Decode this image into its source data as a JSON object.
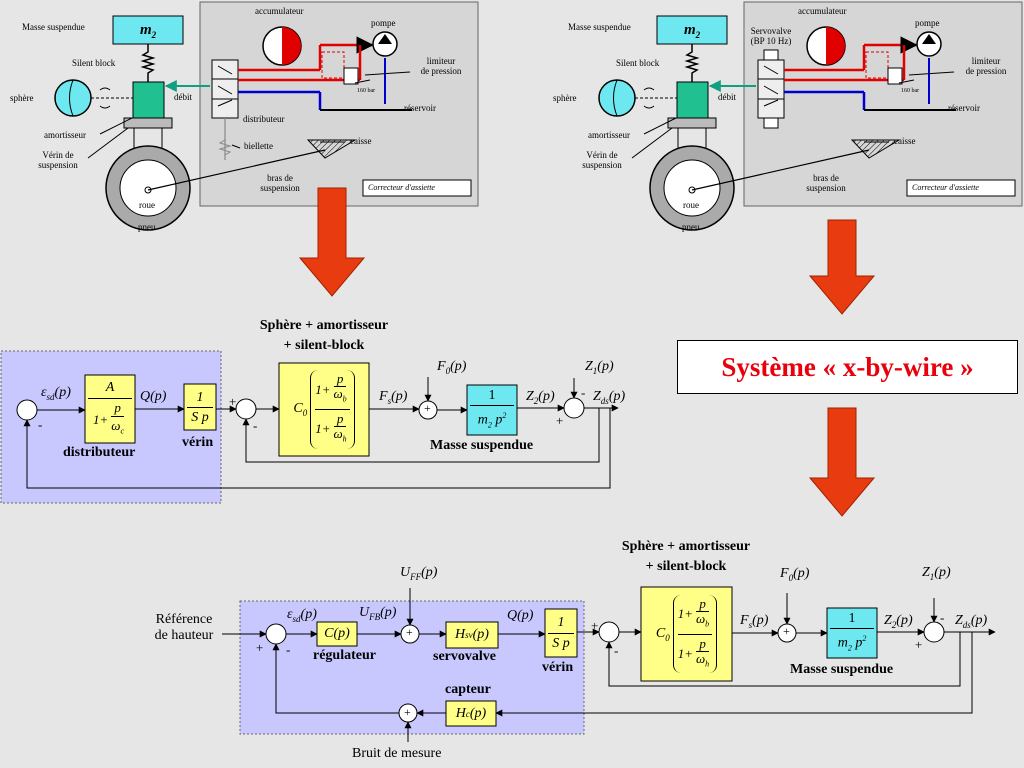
{
  "mechanism": {
    "masse_suspendue": "Masse suspendue",
    "m2": "m",
    "m2_sub": "2",
    "silent_block": "Silent block",
    "sphere": "sphère",
    "amortisseur": "amortisseur",
    "verin_line1": "Vérin de",
    "verin_line2": "suspension",
    "roue": "roue",
    "pneu": "pneu",
    "debit": "débit",
    "distributeur": "distributeur",
    "biellette": "biellette",
    "bras_line1": "bras de",
    "bras_line2": "suspension",
    "caisse": "caisse",
    "accumulateur": "accumulateur",
    "pompe": "pompe",
    "limiteur_line1": "limiteur",
    "limiteur_line2": "de pression",
    "bar160": "160 bar",
    "reservoir": "réservoir",
    "correcteur": "Correcteur d'assiette",
    "servovalve": "Servovalve",
    "bp": "(BP 10 Hz)"
  },
  "xbw_title": "Système « x-by-wire »",
  "diagram1": {
    "top_label_1": "Sphère + amortisseur",
    "top_label_2": "+ silent-block",
    "eps": "ε",
    "eps_sub": "sd",
    "eps_arg": "(p)",
    "dist_num": "A",
    "dist_den_a": "1+",
    "dist_den_p": "p",
    "dist_den_w": "ω",
    "dist_den_w_sub": "c",
    "distributeur": "distributeur",
    "q": "Q(p)",
    "verin_num": "1",
    "verin_den": "S p",
    "verin": "vérin",
    "c0": "C",
    "c0_sub": "0",
    "one_plus": "1+",
    "p": "p",
    "omega": "ω",
    "omega_b": "b",
    "omega_h": "h",
    "fs": "F",
    "fs_sub": "s",
    "fs_arg": "(p)",
    "f0": "F",
    "f0_sub": "0",
    "f0_arg": "(p)",
    "ms_num": "1",
    "ms_den": "m",
    "ms_den_sub": "2",
    "ms_den_p": "p",
    "ms_den_sup": "2",
    "masse": "Masse suspendue",
    "z2": "Z",
    "z2_sub": "2",
    "z2_arg": "(p)",
    "z1": "Z",
    "z1_sub": "1",
    "z1_arg": "(p)",
    "zds": "Z",
    "zds_sub": "ds",
    "zds_arg": "(p)",
    "plus": "+",
    "minus": "-"
  },
  "diagram2": {
    "top_label_1": "Sphère + amortisseur",
    "top_label_2": "+ silent-block",
    "ref_line1": "Référence",
    "ref_line2": "de hauteur",
    "uff": "U",
    "uff_sub": "FF",
    "uff_arg": "(p)",
    "ufb": "U",
    "ufb_sub": "FB",
    "ufb_arg": "(p)",
    "eps": "ε",
    "eps_sub": "sd",
    "eps_arg": "(p)",
    "cp": "C(p)",
    "regulateur": "régulateur",
    "hsv": "H",
    "hsv_sub": "sv",
    "hsv_arg": "(p)",
    "servovalve": "servovalve",
    "q": "Q(p)",
    "verin_num": "1",
    "verin_den": "S p",
    "verin": "vérin",
    "capteur": "capteur",
    "hc": "H",
    "hc_sub": "c",
    "hc_arg": "(p)",
    "bruit": "Bruit de mesure",
    "c0": "C",
    "c0_sub": "0",
    "one_plus": "1+",
    "p": "p",
    "omega": "ω",
    "omega_b": "b",
    "omega_h": "h",
    "fs": "F",
    "fs_sub": "s",
    "fs_arg": "(p)",
    "f0": "F",
    "f0_sub": "0",
    "f0_arg": "(p)",
    "ms_num": "1",
    "ms_den": "m",
    "ms_den_sub": "2",
    "ms_den_p": "p",
    "ms_den_sup": "2",
    "masse": "Masse suspendue",
    "z2": "Z",
    "z2_sub": "2",
    "z2_arg": "(p)",
    "z1": "Z",
    "z1_sub": "1",
    "z1_arg": "(p)",
    "zds": "Z",
    "zds_sub": "ds",
    "zds_arg": "(p)",
    "plus": "+",
    "minus": "-"
  },
  "colors": {
    "background": "#e6e6e6",
    "panel": "#d6d6d6",
    "block_yellow": "#ffff88",
    "block_cyan": "#6ee8f0",
    "controller_zone": "#c8c8ff",
    "arrow_red": "#e83c10",
    "hydraulic_red": "#e00000",
    "hydraulic_blue": "#0000cc",
    "hydraulic_green": "#10a080",
    "title_red": "#e8000b"
  }
}
